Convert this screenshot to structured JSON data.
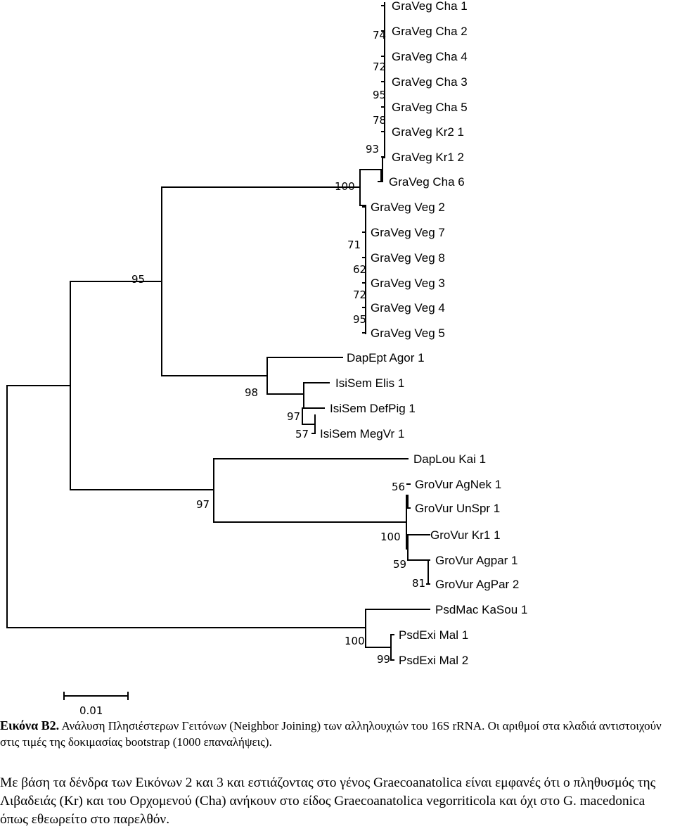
{
  "figure": {
    "leaves": [
      "GraVeg Cha 1",
      "GraVeg Cha 2",
      "GraVeg Cha 4",
      "GraVeg Cha 3",
      "GraVeg Cha 5",
      "GraVeg Kr2 1",
      "GraVeg Kr1 2",
      "GraVeg Cha 6",
      "GraVeg Veg 2",
      "GraVeg Veg 7",
      "GraVeg Veg 8",
      "GraVeg Veg 3",
      "GraVeg Veg 4",
      "GraVeg Veg 5",
      "DapEpt Agor 1",
      "IsiSem Elis 1",
      "IsiSem DefPig 1",
      "IsiSem MegVr 1",
      "DapLou Kai 1",
      "GroVur AgNek 1",
      "GroVur UnSpr 1",
      "GroVur Kr1 1",
      "GroVur Agpar 1",
      "GroVur AgPar 2",
      "PsdMac KaSou 1",
      "PsdExi Mal 1",
      "PsdExi Mal 2"
    ],
    "bootstrap": [
      "74",
      "72",
      "95",
      "78",
      "93",
      "100",
      "71",
      "62",
      "72",
      "95",
      "95",
      "98",
      "97",
      "57",
      "97",
      "56",
      "100",
      "59",
      "81",
      "100",
      "99"
    ],
    "scale_label": "0.01"
  },
  "caption": {
    "label": "Εικόνα Β2.",
    "text": "Ανάλυση Πλησιέστερων Γειτόνων (Neighbor Joining) των αλληλουχιών του 16S rRNA. Οι αριθμοί στα κλαδιά αντιστοιχούν στις τιμές της δοκιμασίας bootstrap (1000 επαναλήψεις)."
  },
  "body_text": "Με βάση τα δένδρα των Εικόνων 2 και 3 και εστιάζοντας στο γένος Graecoanatolica είναι εμφανές ότι ο πληθυσμός της Λιβαδειάς (Kr) και του Ορχομενού (Cha) ανήκουν στο είδος Graecoanatolica vegorriticola και όχι στο G. macedonica όπως εθεωρείτο στο παρελθόν."
}
